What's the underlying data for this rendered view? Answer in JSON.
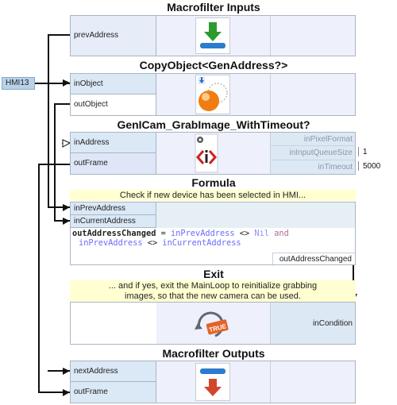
{
  "blocks": {
    "macro_inputs": {
      "title": "Macrofilter Inputs",
      "port": "prevAddress"
    },
    "copy_object": {
      "title": "CopyObject<GenAddress?>",
      "in": "inObject",
      "out": "outObject"
    },
    "grab": {
      "title": "GenICam_GrabImage_WithTimeout?",
      "in": "inAddress",
      "out": "outFrame",
      "params": [
        "inPixelFormat",
        "inInputQueueSize",
        "inTimeout"
      ],
      "values": [
        "1",
        "5000"
      ]
    },
    "formula": {
      "title": "Formula",
      "comment": "Check if new device has been selected in HMI...",
      "inputs": [
        "inPrevAddress",
        "inCurrentAddress"
      ],
      "expr_line1_a": "outAddressChanged",
      "expr_line1_b": " = ",
      "expr_line1_c": "inPrevAddress",
      "expr_line1_d": " <> ",
      "expr_line1_e": "Nil",
      "expr_line1_f": " and",
      "expr_line2_a": "inPrevAddress",
      "expr_line2_b": " <> ",
      "expr_line2_c": "inCurrentAddress",
      "output": "outAddressChanged"
    },
    "exit": {
      "title": "Exit",
      "comment_line1": "... and if yes, exit the MainLoop to reinitialize grabbing",
      "comment_line2": "images, so that the new camera can be used.",
      "in": "inCondition",
      "icon_text": "TRUE"
    },
    "macro_outputs": {
      "title": "Macrofilter Outputs",
      "ports": [
        "nextAddress",
        "outFrame"
      ]
    }
  },
  "hmi": {
    "label": "HMI13"
  },
  "colors": {
    "accent": "#cf1f1f",
    "port_bg": "#dbe8f6",
    "comment_bg": "#ffffd2",
    "download_green": "#2d9a2d"
  }
}
